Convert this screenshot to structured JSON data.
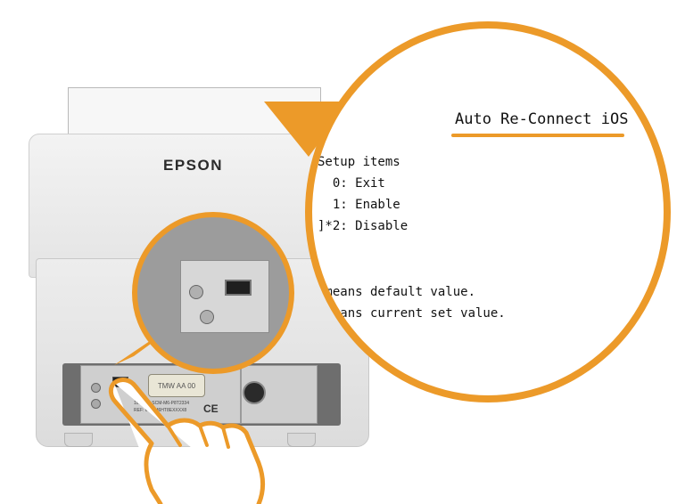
{
  "device": {
    "brand": "EPSON",
    "db_port_label": "TMW AA 00",
    "sticker_line1": "1000 ID: SCM-M6-P8T2334",
    "sticker_line2": "REF: 64B-M6HT8EXXXX8",
    "ce_label": "CE"
  },
  "screen": {
    "title": "Auto Re-Connect iOS",
    "lines": [
      "Setup items",
      "  0: Exit",
      "  1: Enable",
      "]*2: Disable",
      "",
      "",
      " means default value.",
      " means current set value."
    ]
  },
  "colors": {
    "accent": "#ec9a29",
    "printer_shell": "#e6e6e6",
    "port_panel": "#6e6e6e"
  },
  "icons": {
    "callout": "zoom-callout",
    "finger": "pointing-hand-icon"
  }
}
